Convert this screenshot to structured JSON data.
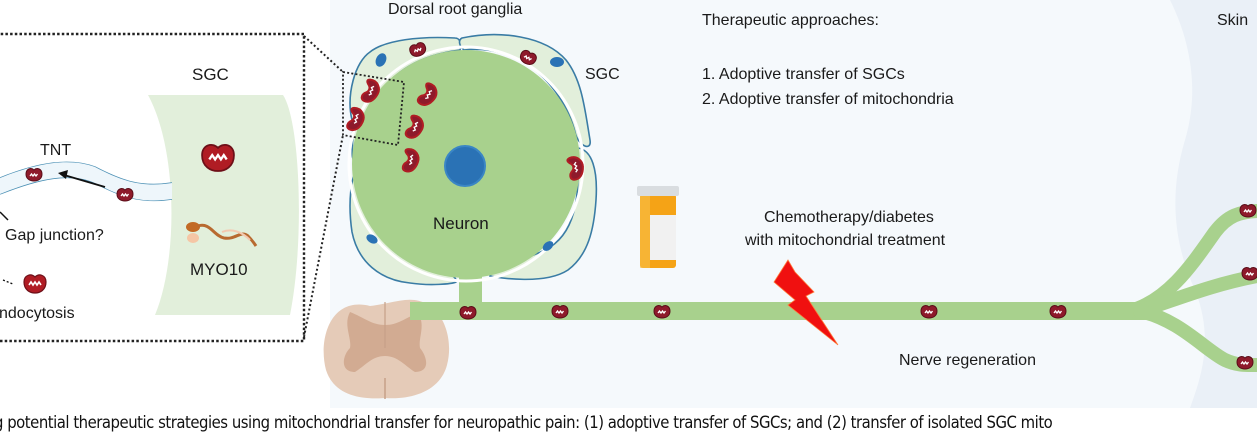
{
  "figure": {
    "inset": {
      "sgc_label": "SGC",
      "tnt_label": "TNT",
      "gap_junction_label": "Gap junction?",
      "endocytosis_label": "ndocytosis",
      "myo10_label": "MYO10"
    },
    "drg": {
      "title": "Dorsal root ganglia",
      "sgc_label": "SGC",
      "neuron_label": "Neuron"
    },
    "therapy": {
      "heading": "Therapeutic approaches:",
      "items": [
        "1. Adoptive transfer of SGCs",
        "2. Adoptive transfer of mitochondria"
      ]
    },
    "injury": {
      "line1": "Chemotherapy/diabetes",
      "line2": "with mitochondrial treatment"
    },
    "regeneration_label": "Nerve regeneration",
    "skin_label": "Skin",
    "colors": {
      "neuron_green": "#a8d18d",
      "sgc_fill": "#e2efdb",
      "sgc_outline": "#3a7ca5",
      "nucleus_blue": "#2a72b5",
      "mito_red": "#b01c24",
      "mito_dark": "#7a1220",
      "bolt_red": "#f01010",
      "pill_orange": "#f39c12",
      "spinal_cord": "#e5cbb8",
      "background": "#f5f9fc"
    }
  },
  "caption": "g potential therapeutic strategies using mitochondrial transfer for neuropathic pain: (1) adoptive transfer of SGCs; and (2) transfer of isolated SGC mito"
}
